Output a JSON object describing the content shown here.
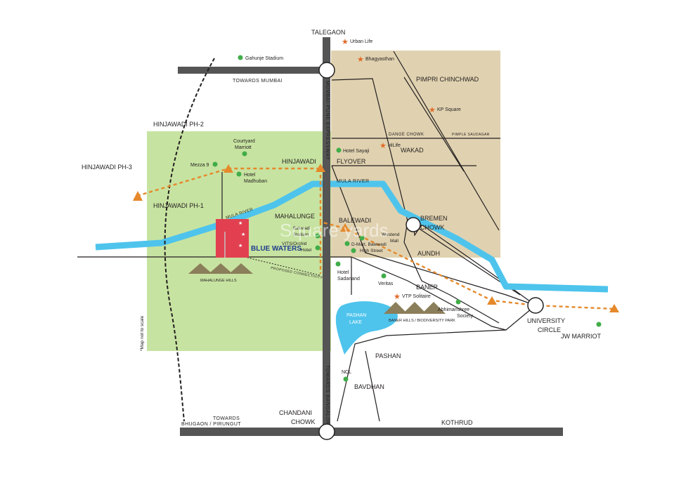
{
  "map": {
    "note": "*Map not to scale",
    "colors": {
      "green_zone": "#c7e3a1",
      "tan_zone": "#e0d2b0",
      "river": "#4ec4ec",
      "road_dark": "#555555",
      "route": "#e5892b",
      "landmark": "#41ad49",
      "star": "#e06a28",
      "project": "#e24050",
      "project_label": "#1f3c8c",
      "hills": "#8b7e5a"
    },
    "project": {
      "name": "BLUE WATERS"
    },
    "areas": {
      "talegaon": "TALEGAON",
      "pimpri": "PIMPRI CHINCHWAD",
      "hinjawadi_ph2": "HINJAWADI PH-2",
      "hinjawadi_ph3": "HINJAWADI PH-3",
      "hinjawadi_ph1": "HINJAWADI PH-1",
      "hinjawadi": "HINJAWADI",
      "wakad": "WAKAD",
      "flyover": "FLYOVER",
      "mahalunge": "MAHALUNGE",
      "balewadi": "BALEWADI",
      "bremen": "BREMEN",
      "chowk": "CHOWK",
      "aundh": "AUNDH",
      "baner": "BANER",
      "university": "UNIVERSITY",
      "circle": "CIRCLE",
      "jw_marriott": "JW MARRIOT",
      "pashan": "PASHAN",
      "bavdhan": "BAVDHAN",
      "kothrud": "KOTHRUD",
      "chandani": "CHANDANI",
      "chowk2": "CHOWK"
    },
    "roads": {
      "towards_mumbai": "TOWARDS MUMBAI",
      "expressway": "MUMBAI-PUNE EXPRESSWAY",
      "towards_bangalore": "TOWARDS BANGALORE",
      "towards_bhugaon_1": "TOWARDS",
      "towards_bhugaon_2": "BHUGAON / PIRUNGUT",
      "dange_chowk": "DANGE CHOWK",
      "pimple_saudagar": "PIMPLE SAUDAGAR",
      "mula_river_1": "MULA RIVER",
      "mula_river_2": "MULA    RIVER",
      "proposed": "PROPOSED CONNECTIVITY"
    },
    "landmarks": {
      "gahunje": "Gahunje Stadium",
      "courtyard_1": "Courtyard",
      "courtyard_2": "Marriott",
      "mezza": "Mezza 9",
      "madhuban_1": "Hotel",
      "madhuban_2": "Madhuban",
      "sayaji": "Hotel Sayaji",
      "balewadi_stadium_1": "Balewadi",
      "balewadi_stadium_2": "Stadium",
      "vits_1": "VITS/Orchid",
      "vits_2": "Hotel",
      "westend_1": "Westend",
      "westend_2": "Mall",
      "dmart": "D-Mart, Balewadi",
      "high_street": "High Street",
      "sadanand_1": "Hotel",
      "sadanand_2": "Sadanand",
      "veritas": "Veritas",
      "abhimanshree_1": "Abhimanshree",
      "abhimanshree_2": "Society",
      "ncl": "NCL",
      "pashan_lake_1": "PASHAN",
      "pashan_lake_2": "LAKE"
    },
    "stars": {
      "urban_life": "Urban Life",
      "bhagyasthan": "Bhagyasthan",
      "kp_square": "KP Square",
      "hilife": "HiLife",
      "vtp": "VTP Solitaire"
    },
    "hills": {
      "mahalunge": "MAHALUNGE HILLS",
      "baner": "BANER HILLS / BIODIVERSITY PARK"
    },
    "watermark": "Square yards"
  }
}
